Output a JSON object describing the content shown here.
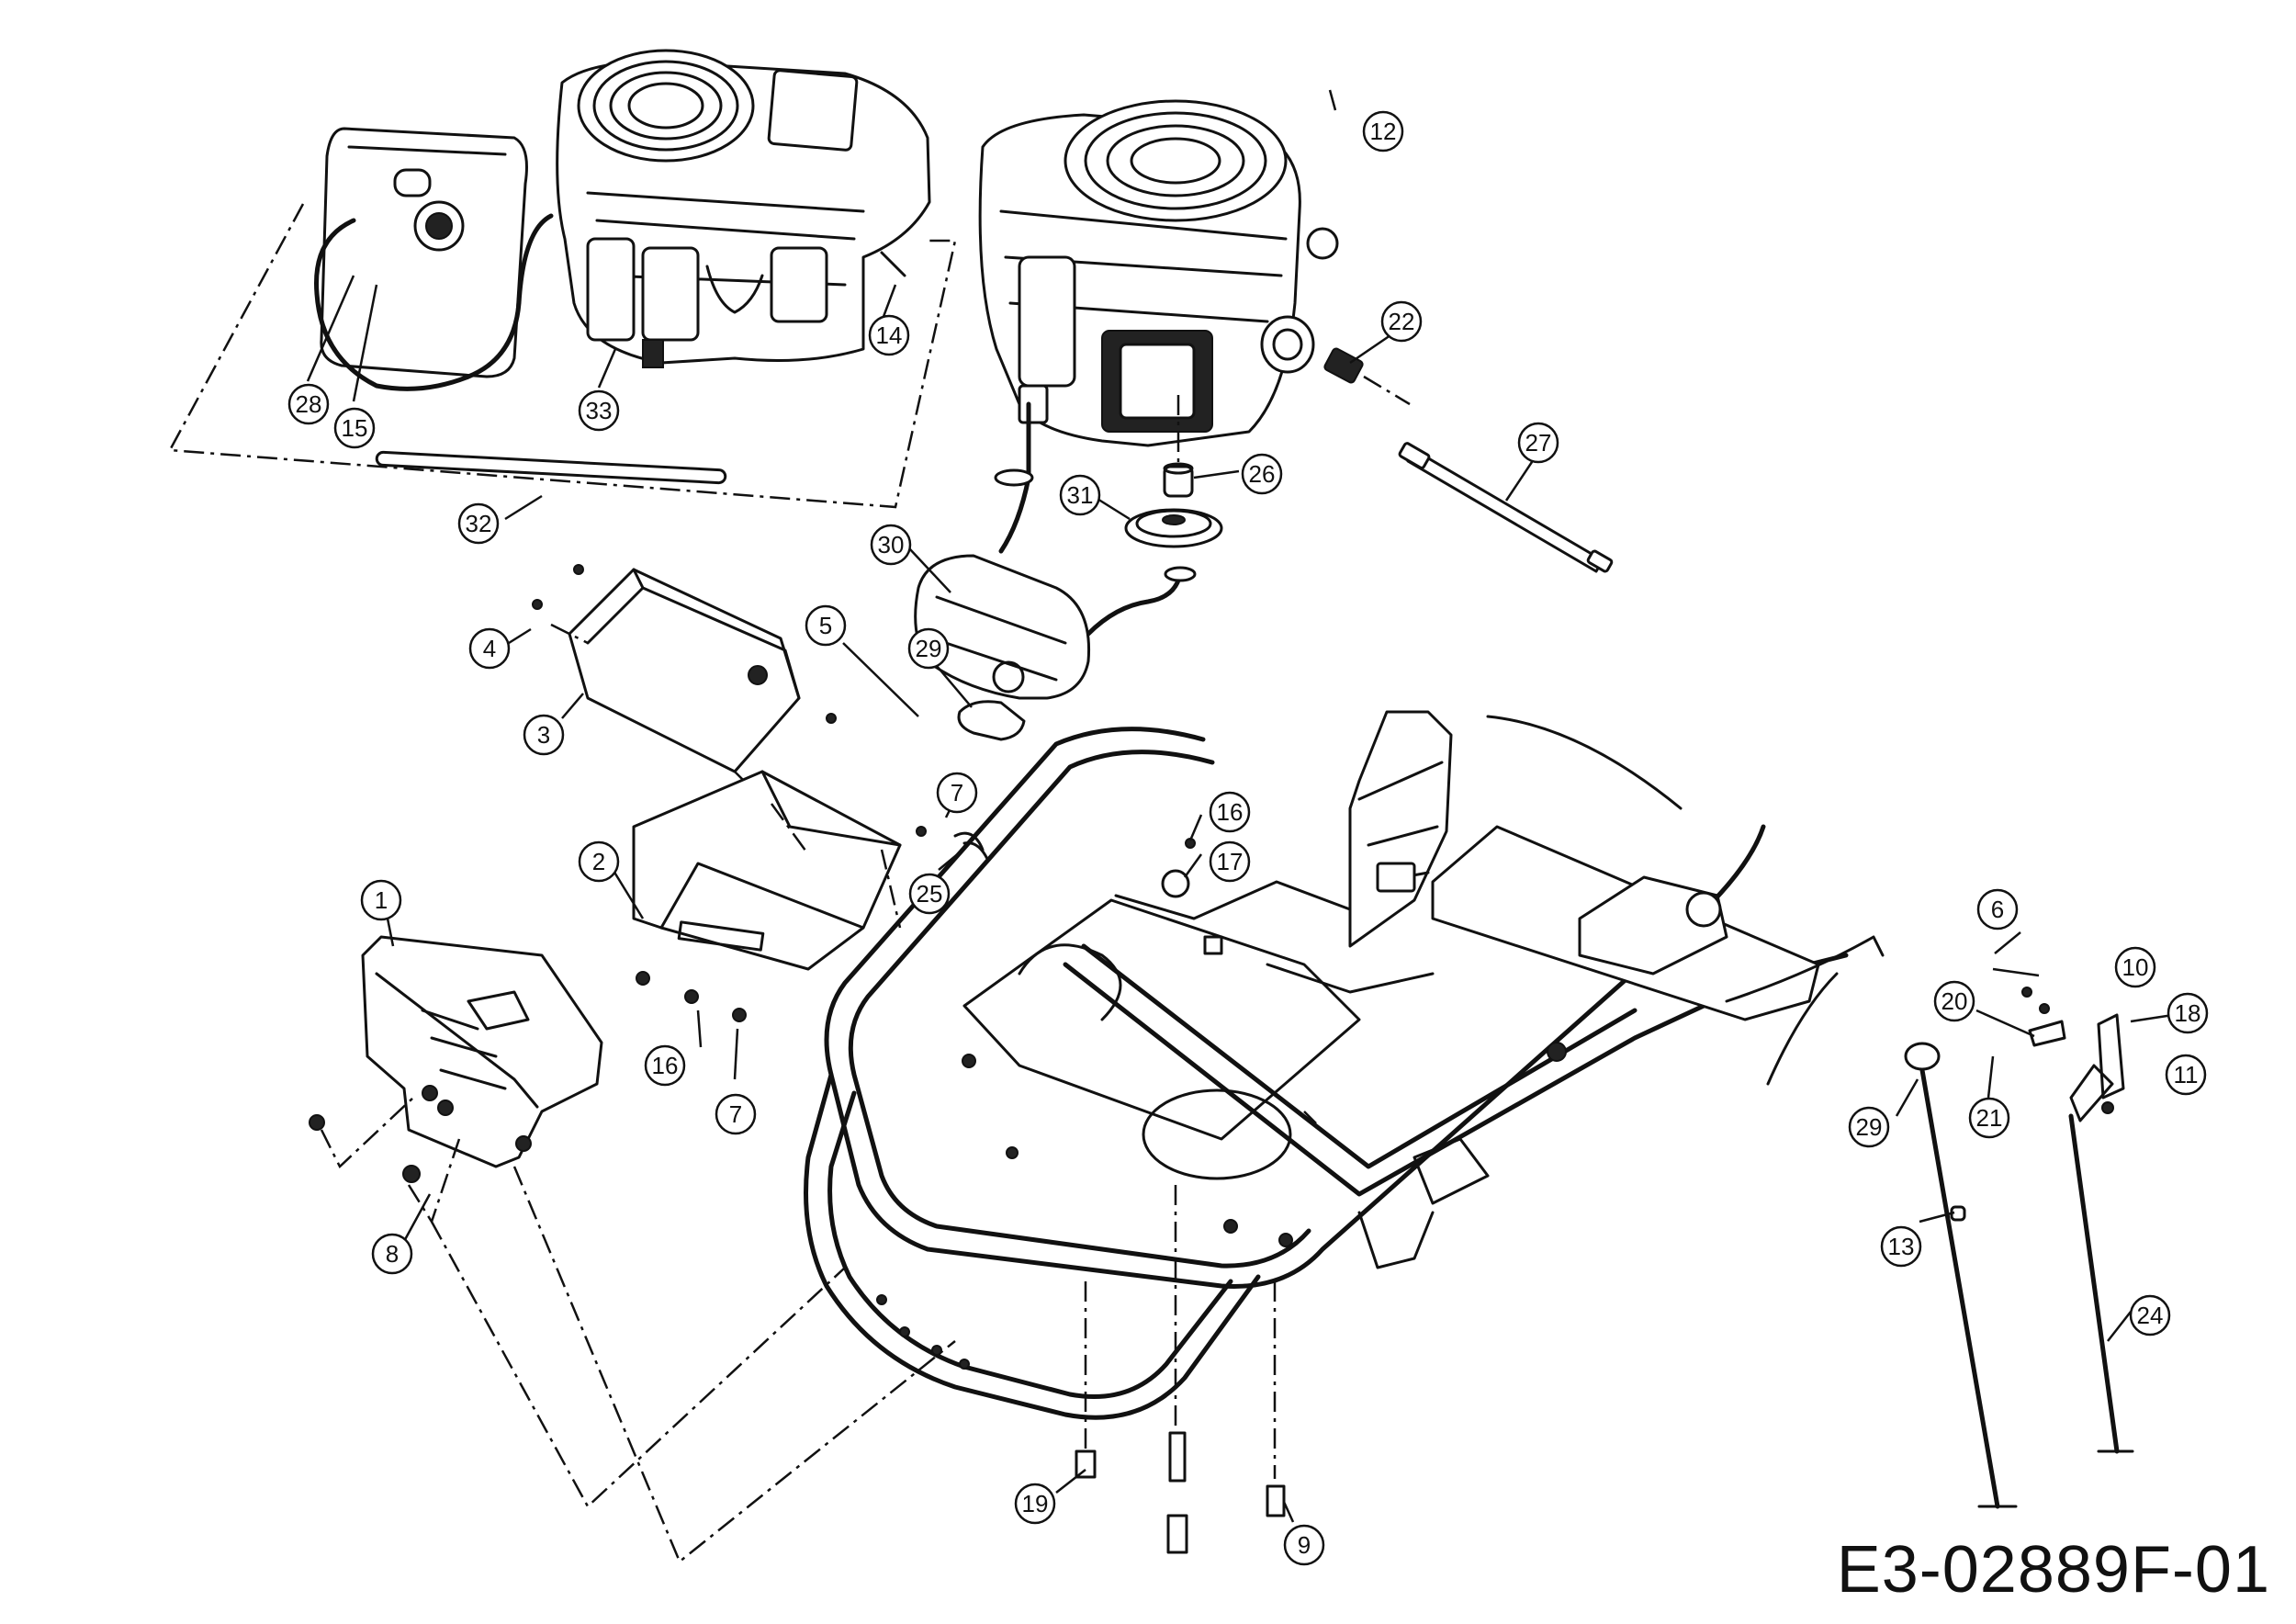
{
  "diagram": {
    "reference_code": "E3-02889F-01",
    "callouts": [
      {
        "id": "c1",
        "label": "1"
      },
      {
        "id": "c2",
        "label": "2"
      },
      {
        "id": "c3",
        "label": "3"
      },
      {
        "id": "c4",
        "label": "4"
      },
      {
        "id": "c5",
        "label": "5"
      },
      {
        "id": "c6",
        "label": "6"
      },
      {
        "id": "c7a",
        "label": "7"
      },
      {
        "id": "c7b",
        "label": "7"
      },
      {
        "id": "c8",
        "label": "8"
      },
      {
        "id": "c9",
        "label": "9"
      },
      {
        "id": "c10",
        "label": "10"
      },
      {
        "id": "c11",
        "label": "11"
      },
      {
        "id": "c12",
        "label": "12"
      },
      {
        "id": "c13",
        "label": "13"
      },
      {
        "id": "c14",
        "label": "14"
      },
      {
        "id": "c15",
        "label": "15"
      },
      {
        "id": "c16a",
        "label": "16"
      },
      {
        "id": "c16b",
        "label": "16"
      },
      {
        "id": "c17",
        "label": "17"
      },
      {
        "id": "c18",
        "label": "18"
      },
      {
        "id": "c19",
        "label": "19"
      },
      {
        "id": "c20",
        "label": "20"
      },
      {
        "id": "c21",
        "label": "21"
      },
      {
        "id": "c22",
        "label": "22"
      },
      {
        "id": "c24",
        "label": "24"
      },
      {
        "id": "c25",
        "label": "25"
      },
      {
        "id": "c26",
        "label": "26"
      },
      {
        "id": "c27",
        "label": "27"
      },
      {
        "id": "c28",
        "label": "28"
      },
      {
        "id": "c29a",
        "label": "29"
      },
      {
        "id": "c29b",
        "label": "29"
      },
      {
        "id": "c30",
        "label": "30"
      },
      {
        "id": "c31",
        "label": "31"
      },
      {
        "id": "c32",
        "label": "32"
      },
      {
        "id": "c33",
        "label": "33"
      }
    ]
  }
}
